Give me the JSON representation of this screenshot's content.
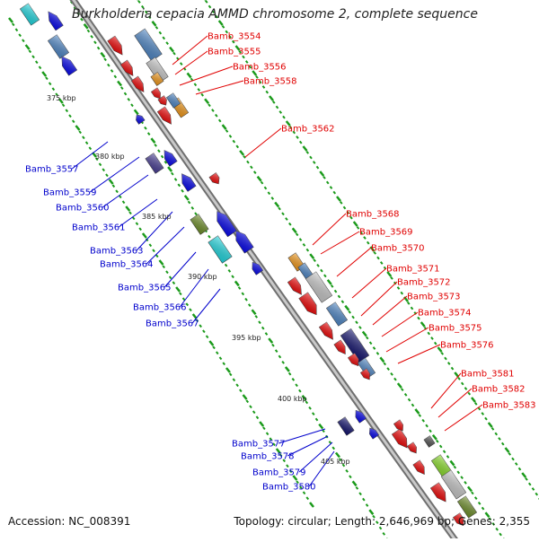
{
  "title": "Burkholderia cepacia AMMD chromosome 2, complete sequence",
  "accession": "Accession: NC_008391",
  "summary": "Topology: circular; Length: 2,646,969 bp; Genes: 2,355",
  "kbp_labels": [
    "375 kbp",
    "380 kbp",
    "385 kbp",
    "390 kbp",
    "395 kbp",
    "400 kbp",
    "405 kbp"
  ],
  "colors": {
    "forward_label": "#e00000",
    "reverse_label": "#0000cc",
    "tick": "#1a9a1a",
    "backbone": "#999999"
  },
  "genes_forward": [
    "Bamb_3554",
    "Bamb_3555",
    "Bamb_3556",
    "Bamb_3558",
    "Bamb_3562",
    "Bamb_3568",
    "Bamb_3569",
    "Bamb_3570",
    "Bamb_3571",
    "Bamb_3572",
    "Bamb_3573",
    "Bamb_3574",
    "Bamb_3575",
    "Bamb_3576",
    "Bamb_3581",
    "Bamb_3582",
    "Bamb_3583"
  ],
  "genes_reverse": [
    "Bamb_3557",
    "Bamb_3559",
    "Bamb_3560",
    "Bamb_3561",
    "Bamb_3563",
    "Bamb_3564",
    "Bamb_3565",
    "Bamb_3566",
    "Bamb_3567",
    "Bamb_3577",
    "Bamb_3578",
    "Bamb_3579",
    "Bamb_3580"
  ]
}
